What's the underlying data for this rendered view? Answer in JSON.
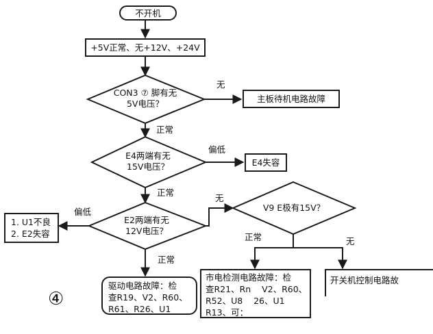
{
  "nodes": {
    "start": "不开机",
    "check_5v": "+5V正常、无+12V、+24V",
    "d1": [
      "CON3 ⑦ 脚有无",
      "5V电压？"
    ],
    "r1": "主板待机电路故障",
    "d2": [
      "E4两端有无",
      "15V电压？"
    ],
    "r2": "E4失容",
    "d3": [
      "E2两端有无",
      "12V电压？"
    ],
    "r3": [
      "1. U1不良",
      "2. E2失容"
    ],
    "d4": "V9 E极有15V？",
    "r4": [
      "驱动电路故障：检",
      "查R19、V2、R60、",
      "R61、R26、U1"
    ],
    "r5": [
      "市电检测电路故障：检",
      "查R21、Rn    V2、R60、",
      "R52、U8    26、U1",
      "R13、可："
    ],
    "r6": "开关机控制电路故"
  },
  "edges": {
    "e1": "无",
    "e2": "正常",
    "e3": "偏低",
    "e4": "正常",
    "e5": "偏低",
    "e6": "无",
    "e7": "正常",
    "e8": "正常",
    "e9": "无"
  },
  "figure_mark": "④"
}
